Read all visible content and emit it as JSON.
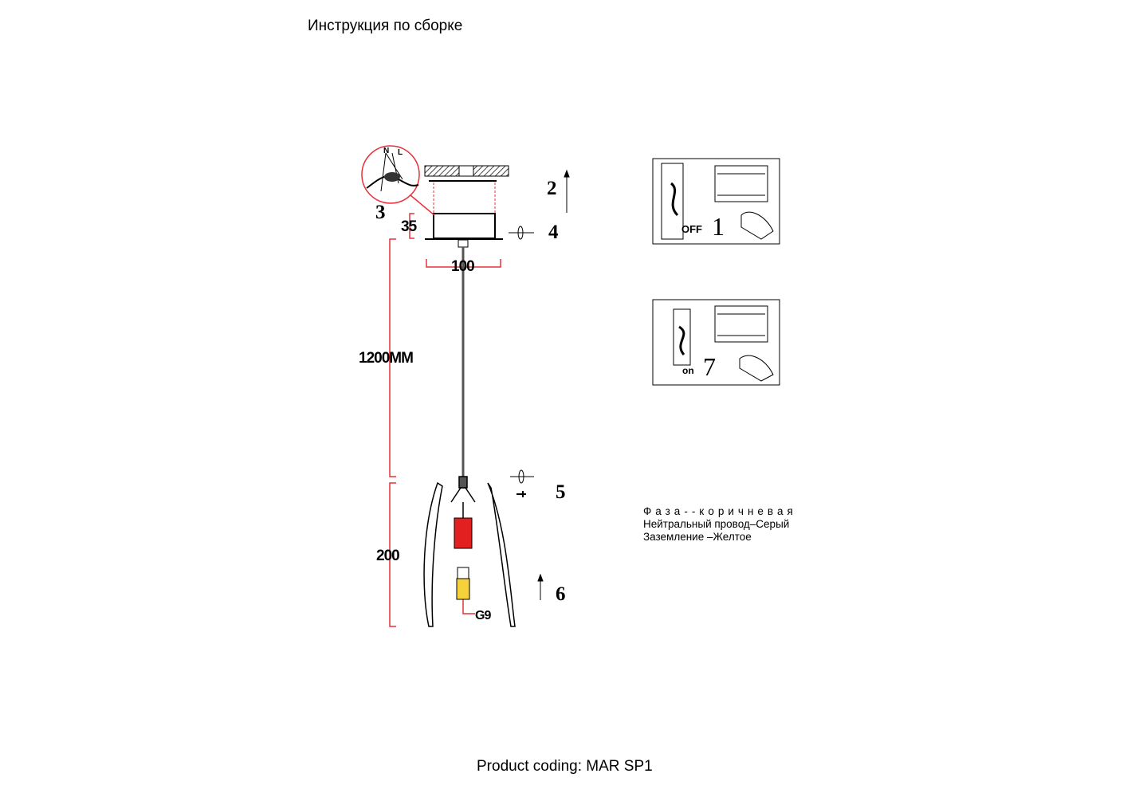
{
  "header": {
    "title": "Инструкция по сборке"
  },
  "diagram": {
    "steps": [
      "1",
      "2",
      "3",
      "4",
      "5",
      "6",
      "7"
    ],
    "dimensions": {
      "canopy_height": "35",
      "canopy_width": "100",
      "cable_length": "1200MM",
      "shade_height": "200"
    },
    "bulb": "G9",
    "wire_labels": [
      "N",
      "L"
    ],
    "switch_off": {
      "label": "OFF",
      "step": "1"
    },
    "switch_on": {
      "label": "on",
      "step": "7"
    },
    "colors": {
      "dimension": "#e8303a",
      "lamp": "#e32020",
      "bulb": "#f5d23c"
    }
  },
  "legend": {
    "phase": "Фаза--коричневая",
    "neutral": "Нейтральный провод–Серый",
    "ground": "Заземление –Желтое"
  },
  "footer": {
    "product_coding": "Product coding: MAR SP1"
  }
}
